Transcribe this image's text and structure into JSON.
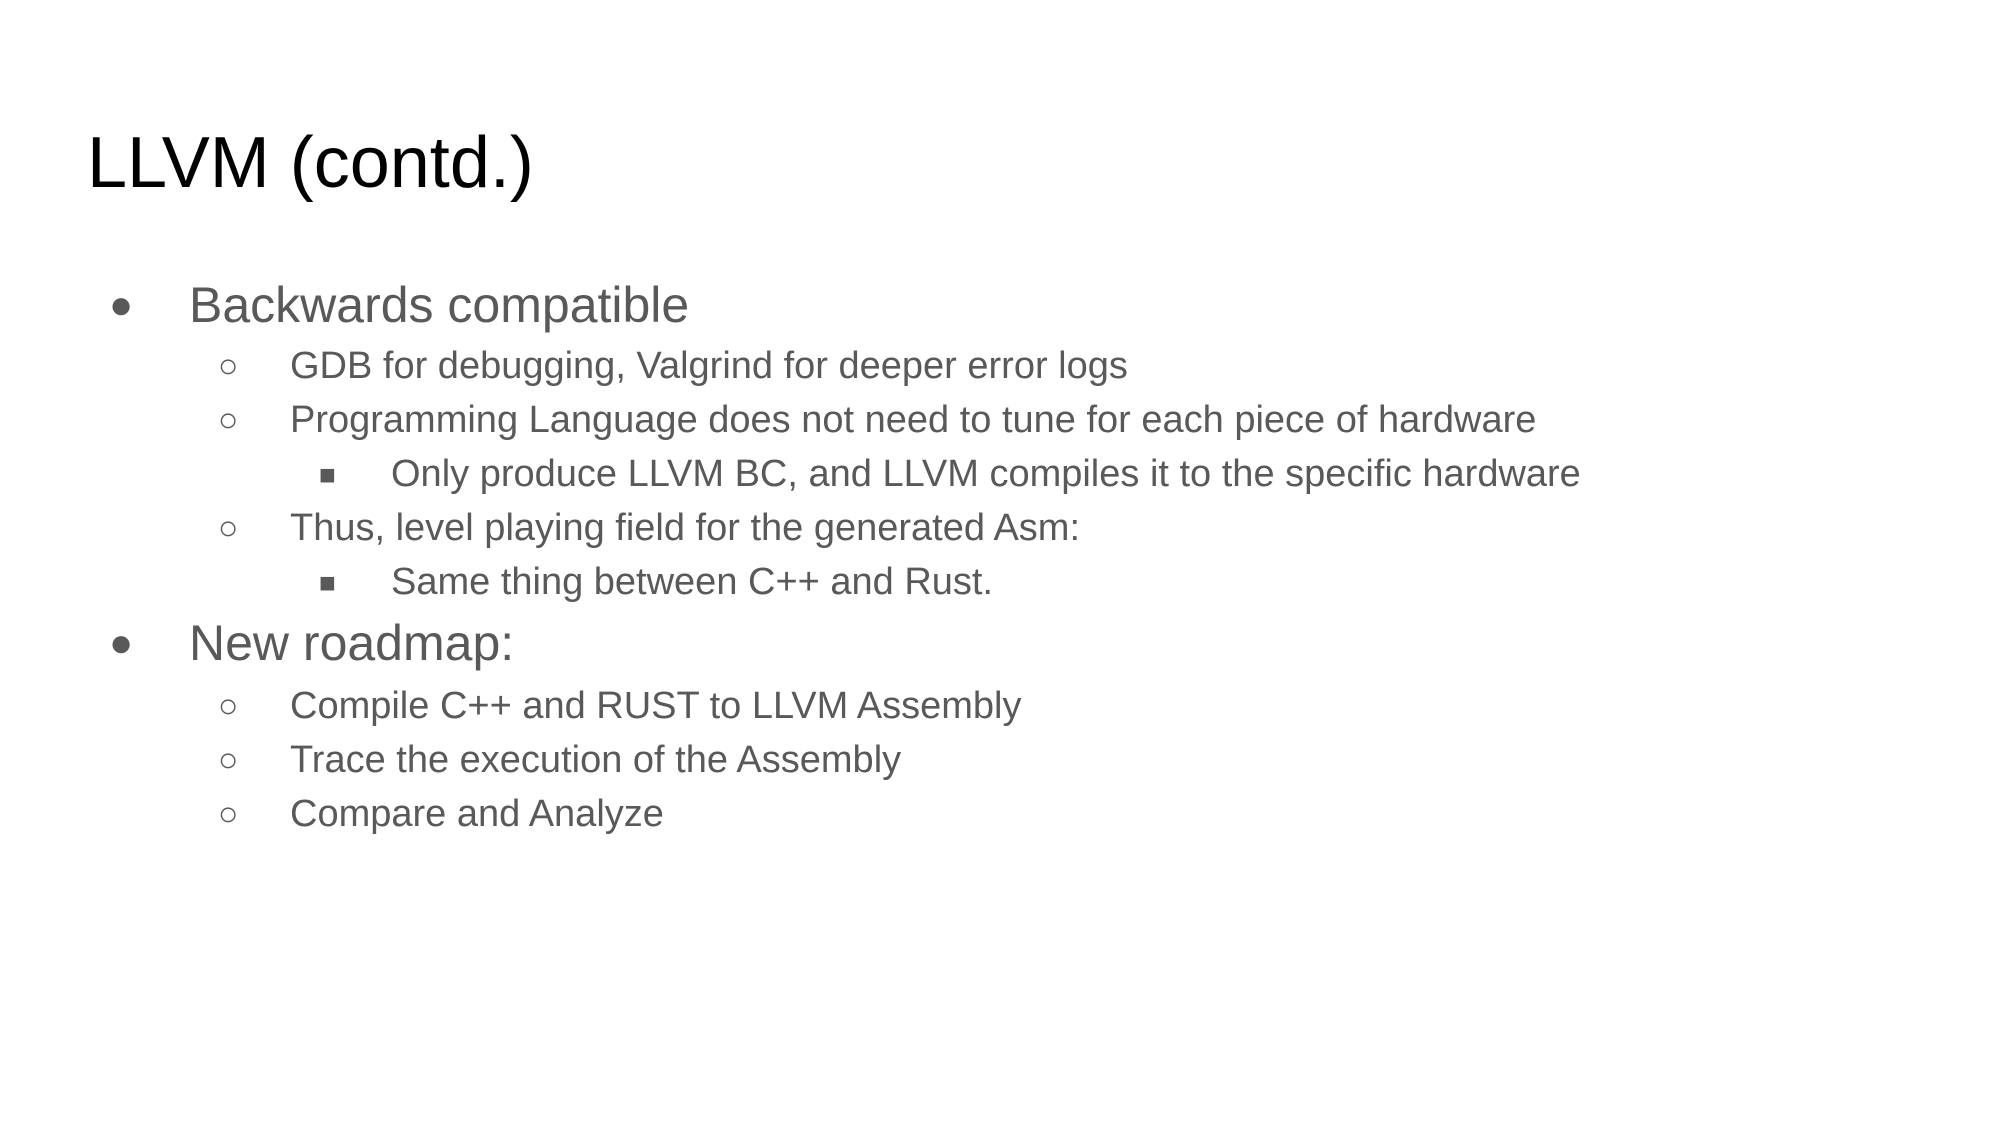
{
  "slide": {
    "title": "LLVM (contd.)",
    "bullets": {
      "level1": "●",
      "level2": "○",
      "level3": "■"
    },
    "items": [
      {
        "level": 1,
        "text": "Backwards compatible"
      },
      {
        "level": 2,
        "text": "GDB for debugging, Valgrind for deeper error logs"
      },
      {
        "level": 2,
        "text": "Programming Language does not need to tune for each piece of hardware"
      },
      {
        "level": 3,
        "text": "Only produce LLVM BC, and LLVM compiles it to the specific hardware"
      },
      {
        "level": 2,
        "text": "Thus, level playing field for the generated Asm:"
      },
      {
        "level": 3,
        "text": "Same thing between C++ and Rust."
      },
      {
        "level": 1,
        "text": "New roadmap:"
      },
      {
        "level": 2,
        "text": "Compile C++ and RUST to LLVM Assembly"
      },
      {
        "level": 2,
        "text": "Trace the execution of the Assembly"
      },
      {
        "level": 2,
        "text": "Compare and Analyze"
      }
    ]
  }
}
